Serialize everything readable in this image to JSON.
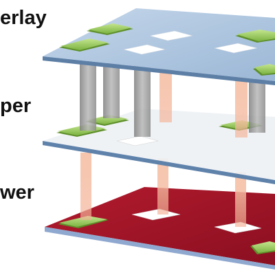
{
  "labels": {
    "top": "erlay",
    "middle": "per",
    "bottom": "wer"
  },
  "colors": {
    "top_layer": "#a8c3df",
    "top_layer_edge": "#5d7fa6",
    "middle_layer": "#eef1f4",
    "middle_layer_edge": "#5d7fa6",
    "bottom_layer": "#9c1426",
    "bottom_layer_edge": "#8ea9d1",
    "module_green": "#8dc63f",
    "pillar_gray": "#9d9d9d",
    "pillar_peach": "#f4b9a0"
  }
}
